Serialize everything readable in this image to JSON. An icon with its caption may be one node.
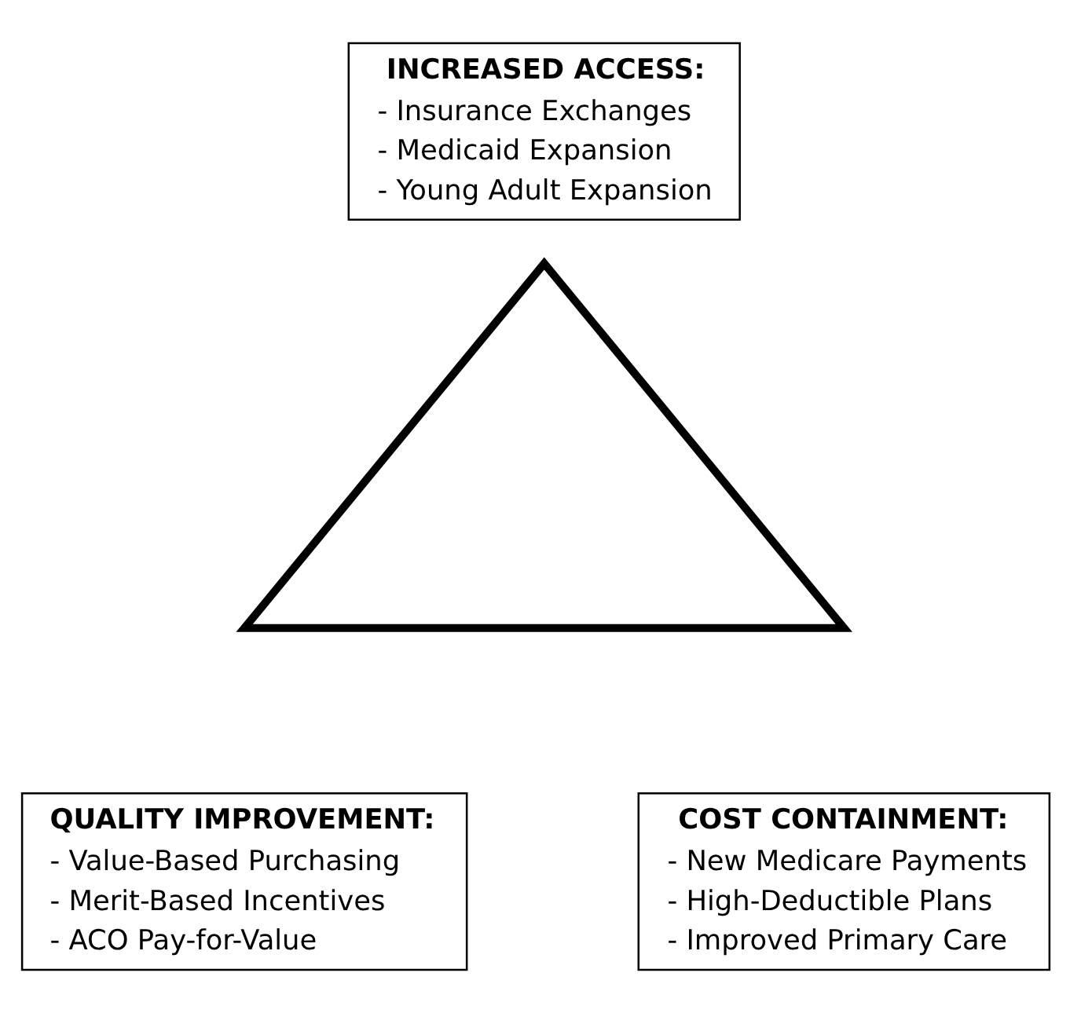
{
  "diagram": {
    "nodes": [
      {
        "text": [
          "INCREASED ACCESS:",
          "- Insurance Exchanges",
          "- Medicaid Expansion",
          "- Young Adult Expansion"
        ]
      },
      {
        "text": [],
        "shape": "triangle"
      },
      {
        "text": [
          "QUALITY IMPROVEMENT:",
          "- Value-Based Purchasing",
          "- Merit-Based Incentives",
          "- ACO Pay-for-Value"
        ]
      },
      {
        "text": [
          "COST CONTAINMENT:",
          "- New Medicare Payments",
          "- High-Deductible Plans",
          "- Improved Primary Care"
        ]
      }
    ]
  }
}
